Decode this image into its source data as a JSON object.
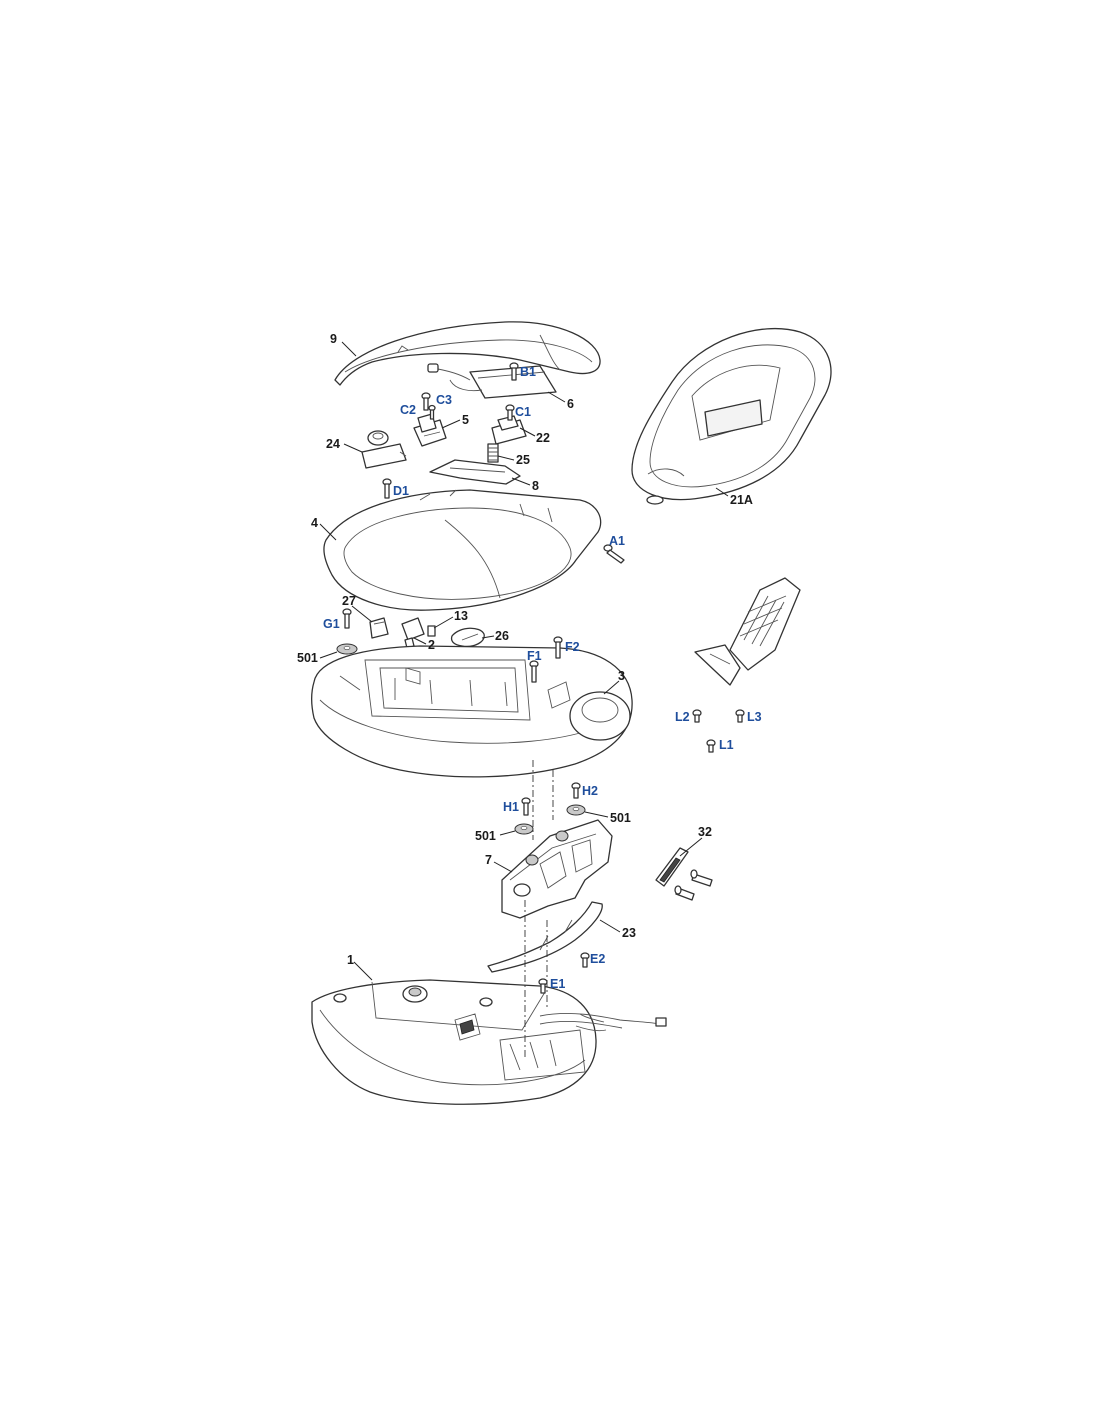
{
  "diagram": {
    "part_labels": [
      "9",
      "6",
      "5",
      "22",
      "24",
      "25",
      "8",
      "4",
      "21A",
      "27",
      "13",
      "26",
      "2",
      "501",
      "3",
      "501",
      "501",
      "7",
      "32",
      "23",
      "1"
    ],
    "fastener_labels": [
      "B1",
      "C2",
      "C3",
      "C1",
      "D1",
      "A1",
      "G1",
      "F1",
      "F2",
      "L2",
      "L3",
      "L1",
      "H1",
      "H2",
      "E2",
      "E1"
    ],
    "colors": {
      "part_label": "#1a1a1a",
      "fastener_label": "#1f4e9c",
      "line": "#222222"
    }
  }
}
